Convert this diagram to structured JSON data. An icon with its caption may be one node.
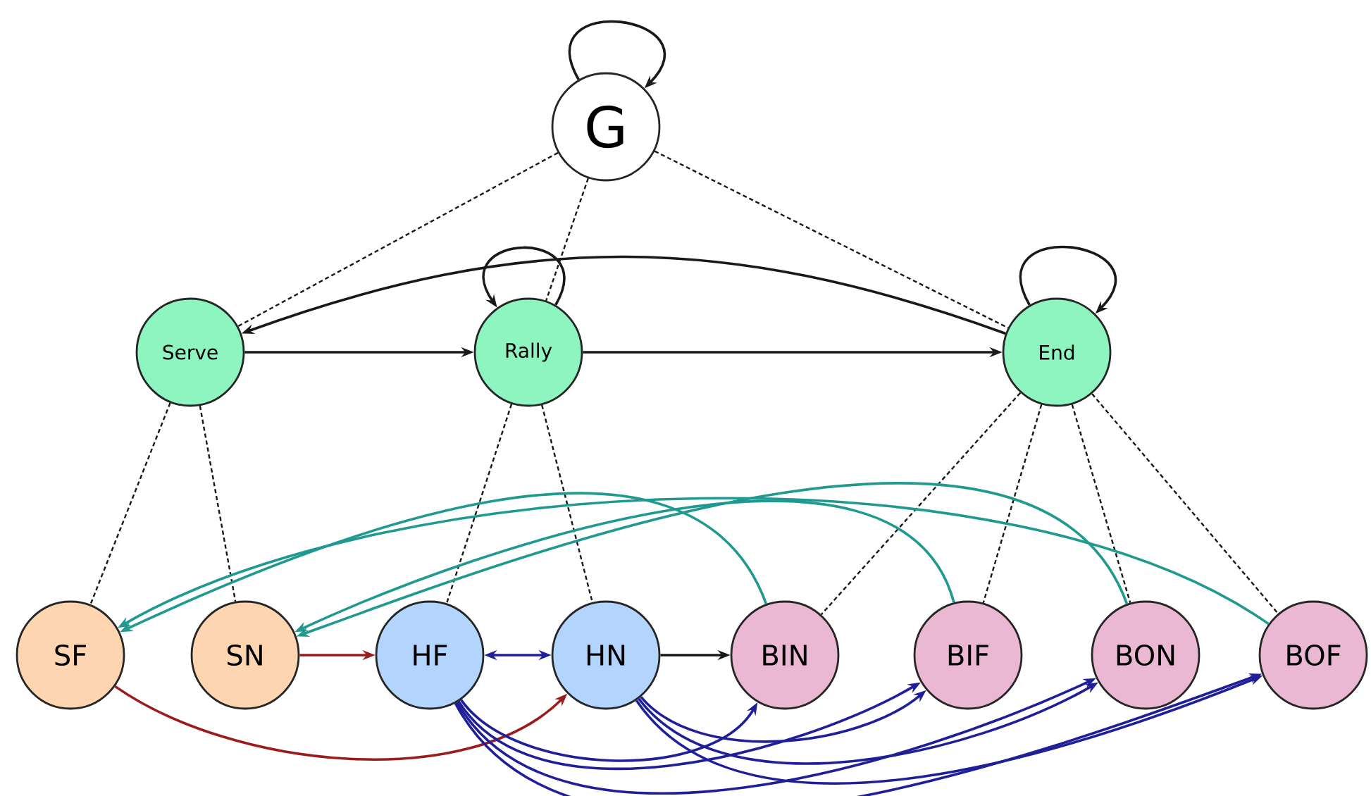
{
  "diagram": {
    "nodes": [
      {
        "text": [
          "G"
        ]
      },
      {
        "text": [
          "Serve"
        ]
      },
      {
        "text": [
          "Rally"
        ]
      },
      {
        "text": [
          "End"
        ]
      },
      {
        "text": [
          "SF"
        ]
      },
      {
        "text": [
          "SN"
        ]
      },
      {
        "text": [
          "HF"
        ]
      },
      {
        "text": [
          "HN"
        ]
      },
      {
        "text": [
          "BIN"
        ]
      },
      {
        "text": [
          "BIF"
        ]
      },
      {
        "text": [
          "BON"
        ]
      },
      {
        "text": [
          "BOF"
        ]
      }
    ],
    "edges": [
      {
        "from": 0,
        "to": 0,
        "arrow": "to"
      },
      {
        "from": 0,
        "to": 1,
        "arrow": "none",
        "style": "dashed"
      },
      {
        "from": 0,
        "to": 2,
        "arrow": "none",
        "style": "dashed"
      },
      {
        "from": 0,
        "to": 3,
        "arrow": "none",
        "style": "dashed"
      },
      {
        "from": 1,
        "to": 2,
        "arrow": "to"
      },
      {
        "from": 2,
        "to": 3,
        "arrow": "to"
      },
      {
        "from": 3,
        "to": 1,
        "arrow": "to"
      },
      {
        "from": 2,
        "to": 2,
        "arrow": "to"
      },
      {
        "from": 3,
        "to": 3,
        "arrow": "to"
      },
      {
        "from": 1,
        "to": 4,
        "arrow": "none",
        "style": "dashed"
      },
      {
        "from": 1,
        "to": 5,
        "arrow": "none",
        "style": "dashed"
      },
      {
        "from": 2,
        "to": 6,
        "arrow": "none",
        "style": "dashed"
      },
      {
        "from": 2,
        "to": 7,
        "arrow": "none",
        "style": "dashed"
      },
      {
        "from": 3,
        "to": 8,
        "arrow": "none",
        "style": "dashed"
      },
      {
        "from": 3,
        "to": 9,
        "arrow": "none",
        "style": "dashed"
      },
      {
        "from": 3,
        "to": 10,
        "arrow": "none",
        "style": "dashed"
      },
      {
        "from": 3,
        "to": 11,
        "arrow": "none",
        "style": "dashed"
      },
      {
        "from": 8,
        "to": 4,
        "arrow": "to",
        "color": "#209990"
      },
      {
        "from": 9,
        "to": 5,
        "arrow": "to",
        "color": "#209990"
      },
      {
        "from": 10,
        "to": 5,
        "arrow": "to",
        "color": "#209990"
      },
      {
        "from": 11,
        "to": 4,
        "arrow": "to",
        "color": "#209990"
      },
      {
        "from": 5,
        "to": 6,
        "arrow": "to",
        "color": "#9b1c1c"
      },
      {
        "from": 4,
        "to": 7,
        "arrow": "to",
        "color": "#9b1c1c"
      },
      {
        "from": 6,
        "to": 7,
        "arrow": "both",
        "color": "#1f1f99"
      },
      {
        "from": 7,
        "to": 8,
        "arrow": "to"
      },
      {
        "from": 6,
        "to": 8,
        "arrow": "to",
        "color": "#1f1f99"
      },
      {
        "from": 6,
        "to": 9,
        "arrow": "to",
        "color": "#1f1f99"
      },
      {
        "from": 6,
        "to": 10,
        "arrow": "to",
        "color": "#1f1f99"
      },
      {
        "from": 6,
        "to": 11,
        "arrow": "to",
        "color": "#1f1f99"
      },
      {
        "from": 7,
        "to": 9,
        "arrow": "to",
        "color": "#1f1f99"
      },
      {
        "from": 7,
        "to": 10,
        "arrow": "to",
        "color": "#1f1f99"
      },
      {
        "from": 7,
        "to": 11,
        "arrow": "to",
        "color": "#1f1f99"
      }
    ]
  }
}
